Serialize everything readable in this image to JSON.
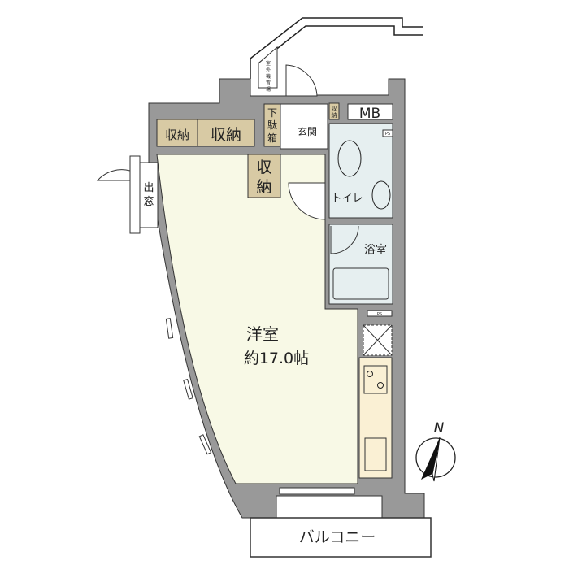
{
  "plan": {
    "main_room": {
      "name": "洋室",
      "size": "約17.0帖"
    },
    "storage_1": "収納",
    "storage_2": "収納",
    "storage_3_line1": "収",
    "storage_3_line2": "納",
    "shoe_box": [
      "下",
      "駄",
      "箱"
    ],
    "small_storage": [
      "収",
      "納"
    ],
    "entrance": "玄関",
    "meter_box": "MB",
    "toilet": "トイレ",
    "bathroom": "浴室",
    "ps_1": "PS",
    "ps_2": "PS",
    "bay_window": [
      "出",
      "窓"
    ],
    "ac_unit_space": [
      "室",
      "外",
      "機",
      "置",
      "場"
    ],
    "balcony": "バルコニー",
    "compass_north": "N"
  },
  "colors": {
    "wall": "#999999",
    "room_floor": "#f8f9e6",
    "storage": "#d8caa4",
    "wet_area": "#e6eff0",
    "kitchen": "#faf0d4"
  }
}
